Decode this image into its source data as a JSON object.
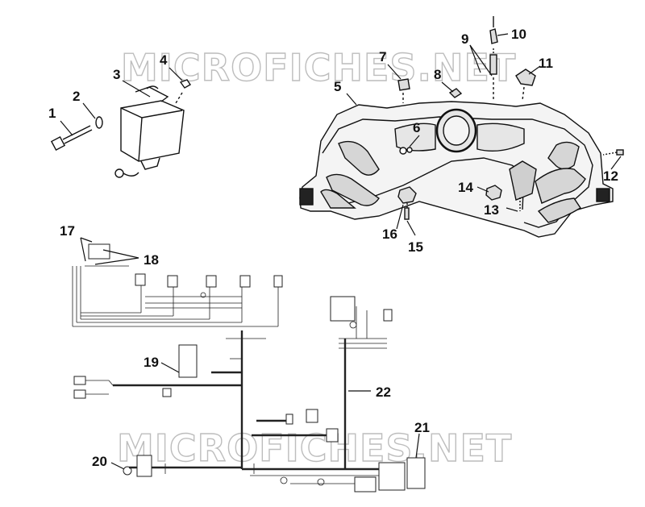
{
  "diagram": {
    "watermarks": [
      "MICROFICHES.NET",
      "MICROFICHES.NET"
    ],
    "callouts": [
      {
        "id": "1",
        "label": "1"
      },
      {
        "id": "2",
        "label": "2"
      },
      {
        "id": "3",
        "label": "3"
      },
      {
        "id": "4",
        "label": "4"
      },
      {
        "id": "5",
        "label": "5"
      },
      {
        "id": "6",
        "label": "6"
      },
      {
        "id": "7",
        "label": "7"
      },
      {
        "id": "8",
        "label": "8"
      },
      {
        "id": "9",
        "label": "9"
      },
      {
        "id": "10",
        "label": "10"
      },
      {
        "id": "11",
        "label": "11"
      },
      {
        "id": "12",
        "label": "12"
      },
      {
        "id": "13",
        "label": "13"
      },
      {
        "id": "14",
        "label": "14"
      },
      {
        "id": "15",
        "label": "15"
      },
      {
        "id": "16",
        "label": "16"
      },
      {
        "id": "17",
        "label": "17"
      },
      {
        "id": "18",
        "label": "18"
      },
      {
        "id": "19",
        "label": "19"
      },
      {
        "id": "20",
        "label": "20"
      },
      {
        "id": "21",
        "label": "21"
      },
      {
        "id": "22",
        "label": "22"
      }
    ]
  }
}
